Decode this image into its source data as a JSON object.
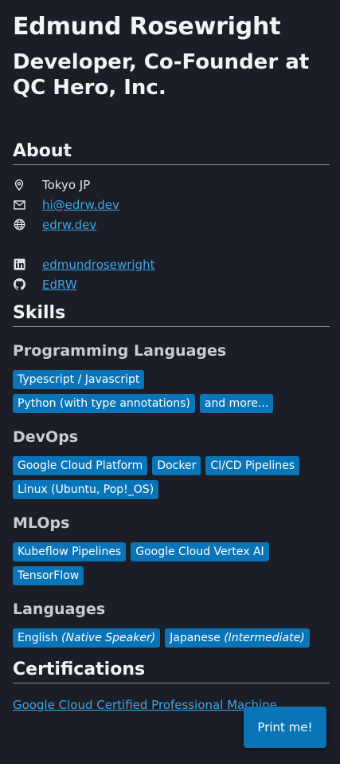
{
  "header": {
    "name": "Edmund Rosewright",
    "title": "Developer, Co-Founder at QC Hero, Inc."
  },
  "about": {
    "heading": "About",
    "location": "Tokyo JP",
    "email": "hi@edrw.dev",
    "website": "edrw.dev",
    "linkedin": "edmundrosewright",
    "github": "EdRW"
  },
  "skills": {
    "heading": "Skills",
    "groups": [
      {
        "title": "Programming Languages",
        "tags": [
          "Typescript / Javascript",
          "Python (with type annotations)",
          "and more..."
        ]
      },
      {
        "title": "DevOps",
        "tags": [
          "Google Cloud Platform",
          "Docker",
          "CI/CD Pipelines",
          "Linux (Ubuntu, Pop!_OS)"
        ]
      },
      {
        "title": "MLOps",
        "tags": [
          "Kubeflow Pipelines",
          "Google Cloud Vertex AI",
          "TensorFlow"
        ]
      },
      {
        "title": "Languages",
        "tags": [
          {
            "lang": "English",
            "level": "(Native Speaker)"
          },
          {
            "lang": "Japanese",
            "level": "(Intermediate)"
          }
        ]
      }
    ]
  },
  "certifications": {
    "heading": "Certifications",
    "first": "Google Cloud Certified Professional Machine"
  },
  "print_button": "Print me!",
  "colors": {
    "background": "#1b1e26",
    "accent": "#0a74b8",
    "link": "#3fa7e6"
  }
}
